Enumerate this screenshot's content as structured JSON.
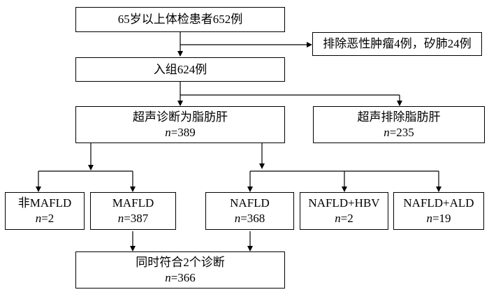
{
  "boxes": {
    "total": {
      "title": "65岁以上体检患者652例"
    },
    "excluded": {
      "title": "排除恶性肿瘤4例，矽肺24例"
    },
    "enrolled": {
      "title": "入组624例"
    },
    "us_fatty": {
      "title": "超声诊断为脂肪肝",
      "n_label": "n",
      "n_value": "=389"
    },
    "us_excluded": {
      "title": "超声排除脂肪肝",
      "n_label": "n",
      "n_value": "=235"
    },
    "non_mafld": {
      "title": "非MAFLD",
      "n_label": "n",
      "n_value": "=2"
    },
    "mafld": {
      "title": "MAFLD",
      "n_label": "n",
      "n_value": "=387"
    },
    "nafld": {
      "title": "NAFLD",
      "n_label": "n",
      "n_value": "=368"
    },
    "nafld_hbv": {
      "title": "NAFLD+HBV",
      "n_label": "n",
      "n_value": "=2"
    },
    "nafld_ald": {
      "title": "NAFLD+ALD",
      "n_label": "n",
      "n_value": "=19"
    },
    "both": {
      "title": "同时符合2个诊断",
      "n_label": "n",
      "n_value": "=366"
    }
  }
}
